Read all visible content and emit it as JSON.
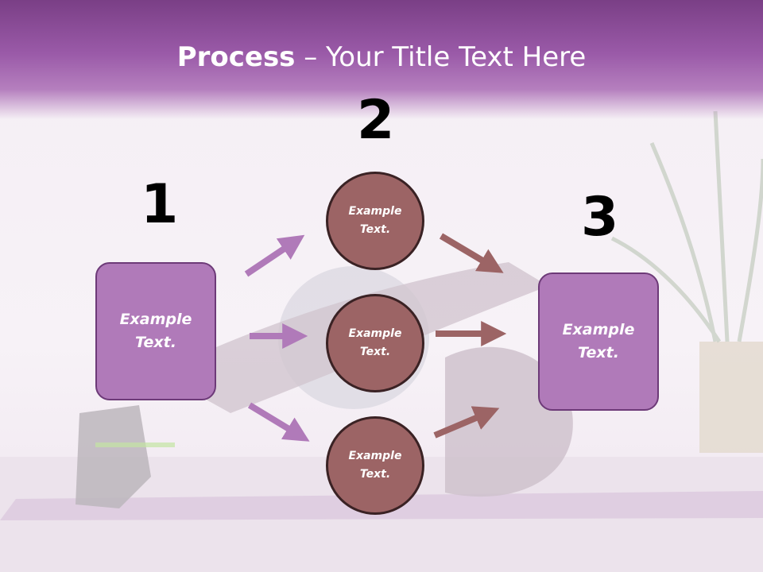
{
  "title": {
    "bold": "Process",
    "rest": " – Your Title Text Here"
  },
  "steps": [
    {
      "number": "1",
      "text": "Example Text."
    },
    {
      "number": "2",
      "items": [
        "Example Text.",
        "Example Text.",
        "Example Text."
      ]
    },
    {
      "number": "3",
      "text": "Example Text."
    }
  ],
  "colors": {
    "header": "#9a5aa8",
    "box_fill": "#b07ab9",
    "box_border": "#6d3a78",
    "circle_fill": "#9c6465",
    "circle_border": "#3a2224",
    "arrow_left": "#b07ab9",
    "arrow_right": "#9c6465"
  }
}
